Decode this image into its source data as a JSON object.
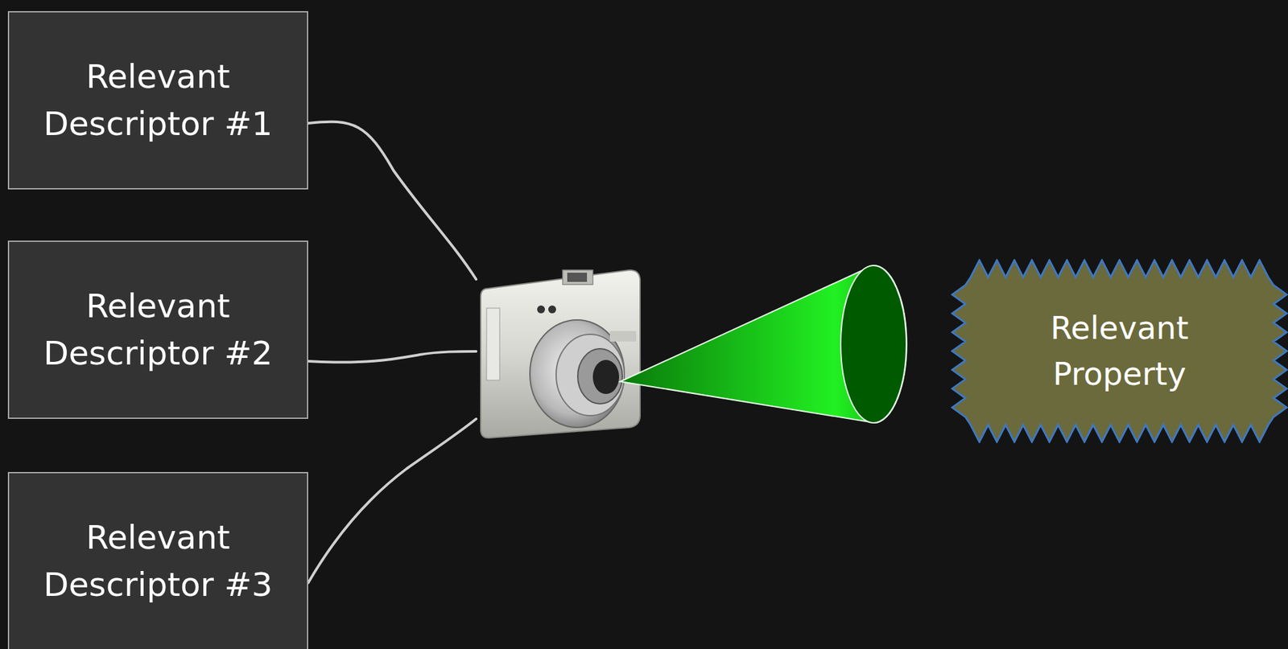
{
  "diagram": {
    "nodes": [
      {
        "text": [
          "Relevant Descriptor #1"
        ]
      },
      {
        "text": [
          "Relevant Descriptor #2"
        ]
      },
      {
        "text": [
          "Relevant Descriptor #3"
        ]
      },
      {
        "text": [
          "Relevant Property"
        ]
      }
    ]
  }
}
